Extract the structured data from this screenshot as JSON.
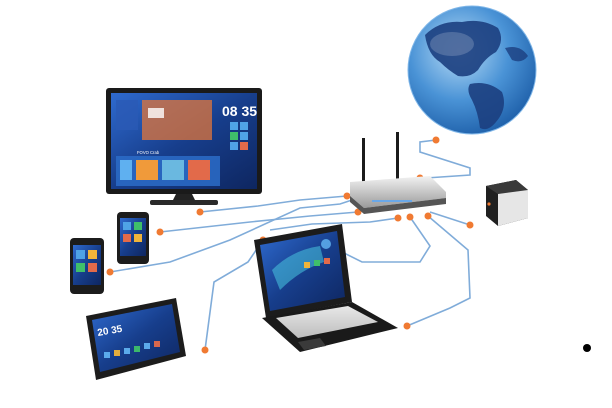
{
  "tv": {
    "clock": "08 35",
    "title": "FOVO Crab"
  },
  "tablet": {
    "clock": "20 35"
  },
  "colors": {
    "cable": "#7aa8d8",
    "connector": "#f07a32",
    "screen": "#1a3a86",
    "globe_ocean": "#3f86cf",
    "globe_land": "#1c3f80",
    "device_dark": "#1c1c1c"
  },
  "icons": [
    "globe-icon",
    "router-icon",
    "tv-icon",
    "laptop-icon",
    "tablet-icon",
    "smartphone-icon",
    "nas-drive-icon"
  ]
}
